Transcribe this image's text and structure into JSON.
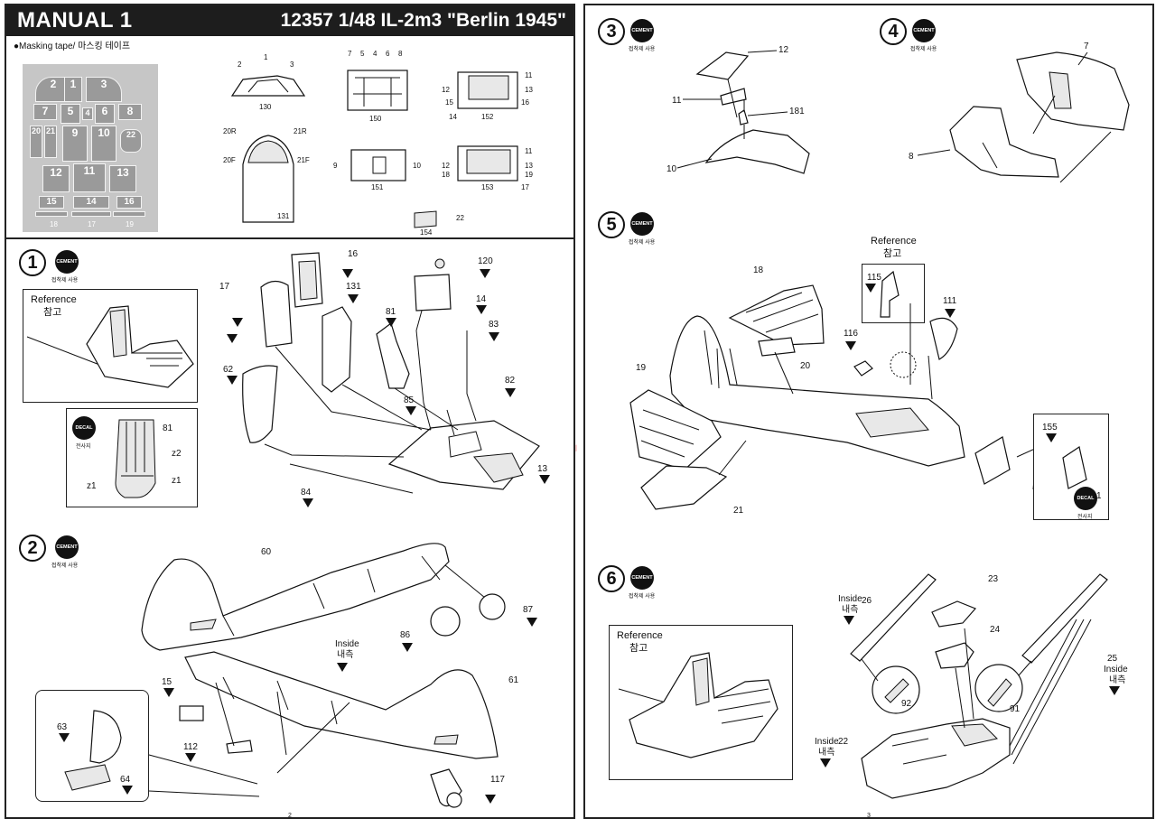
{
  "left": {
    "title": "MANUAL 1",
    "product": "12357 1/48 IL-2m3 \"Berlin 1945\"",
    "masking": {
      "heading": "●Masking tape/ 마스킹 테이프",
      "pieces": [
        "2",
        "1",
        "3",
        "7",
        "5",
        "4",
        "6",
        "8",
        "20",
        "21",
        "9",
        "10",
        "22",
        "12",
        "11",
        "13",
        "15",
        "14",
        "16",
        "18",
        "17",
        "19"
      ]
    },
    "mask_parts": {
      "p130": [
        "2",
        "1",
        "3",
        "130"
      ],
      "p150": [
        "7",
        "5",
        "4",
        "6",
        "8",
        "150"
      ],
      "p152": [
        "11",
        "12",
        "13",
        "15",
        "16",
        "14",
        "152"
      ],
      "p131": [
        "20R",
        "21R",
        "20F",
        "21F",
        "131"
      ],
      "p151": [
        "9",
        "10",
        "151"
      ],
      "p153": [
        "11",
        "12",
        "13",
        "18",
        "19",
        "17",
        "153"
      ],
      "p154": [
        "22",
        "154"
      ]
    },
    "step1": {
      "number": "1",
      "cement": "CEMENT",
      "cement_sub": "접착제 사용",
      "reference_title": "Reference",
      "reference_sub": "참고",
      "decal": "DECAL",
      "decal_sub": "전사지",
      "decal_labels": [
        "81",
        "z2",
        "z1",
        "z1"
      ],
      "parts": [
        "16",
        "17",
        "131",
        "81",
        "120",
        "14",
        "83",
        "62",
        "82",
        "85",
        "13",
        "84"
      ]
    },
    "step2": {
      "number": "2",
      "cement": "CEMENT",
      "cement_sub": "접착제 사용",
      "inside": "Inside",
      "inside_sub": "내측",
      "parts": [
        "60",
        "87",
        "86",
        "15",
        "61",
        "112",
        "117",
        "63",
        "64"
      ]
    },
    "page_no": "2"
  },
  "right": {
    "step3": {
      "number": "3",
      "cement": "CEMENT",
      "cement_sub": "접착제 사용",
      "parts": [
        "12",
        "11",
        "181",
        "10"
      ]
    },
    "step4": {
      "number": "4",
      "cement": "CEMENT",
      "cement_sub": "접착제 사용",
      "parts": [
        "7",
        "8"
      ]
    },
    "step5": {
      "number": "5",
      "cement": "CEMENT",
      "cement_sub": "접착제 사용",
      "reference_title": "Reference",
      "reference_sub": "참고",
      "decal": "DECAL",
      "decal_sub": "전사지",
      "parts": [
        "18",
        "115",
        "111",
        "116",
        "20",
        "19",
        "155",
        "1",
        "21"
      ]
    },
    "step6": {
      "number": "6",
      "cement": "CEMENT",
      "cement_sub": "접착제 사용",
      "reference_title": "Reference",
      "reference_sub": "참고",
      "inside": "Inside",
      "inside_sub": "내측",
      "parts": [
        "23",
        "26",
        "24",
        "25",
        "92",
        "91",
        "22"
      ]
    },
    "page_no": "3"
  },
  "watermark": "modelarniki.cz"
}
